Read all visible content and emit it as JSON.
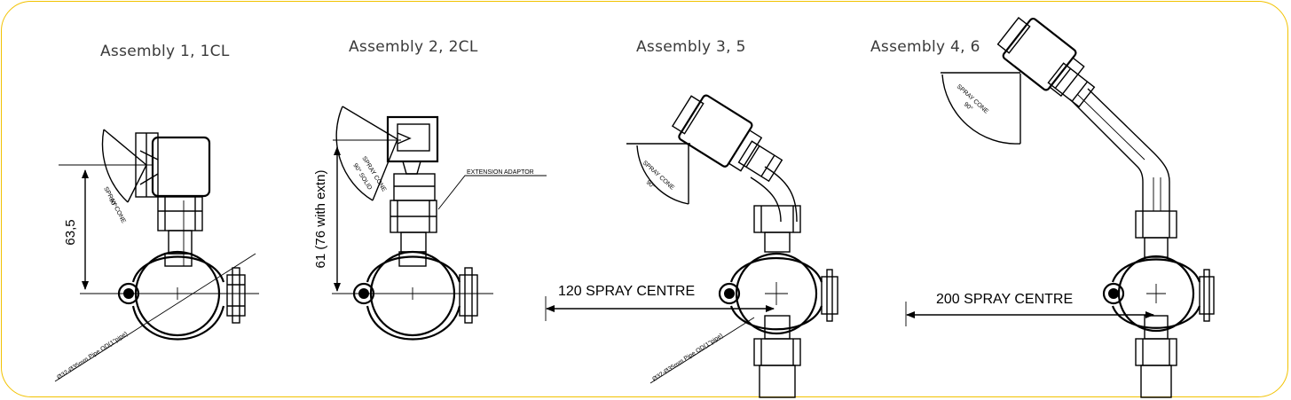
{
  "titles": {
    "a1": "Assembly 1, 1CL",
    "a2": "Assembly 2, 2CL",
    "a3": "Assembly 3, 5",
    "a4": "Assembly 4, 6"
  },
  "labels": {
    "dim_a1": "63,5",
    "dim_a2": "61 (76 with extn)",
    "spray_cone": "SPRAY CONE",
    "deg_90": "90°",
    "deg_90_solid": "90° SOLID",
    "extension_adaptor": "EXTENSION ADAPTOR",
    "pipe_od": "Ø32-Ø35mm Pipe OD(1\"pipe)",
    "spray_centre_120": "120 SPRAY CENTRE",
    "spray_centre_200": "200 SPRAY CENTRE"
  },
  "colors": {
    "border": "#f2c200",
    "ink": "#000000",
    "title": "#3a3a3a"
  }
}
